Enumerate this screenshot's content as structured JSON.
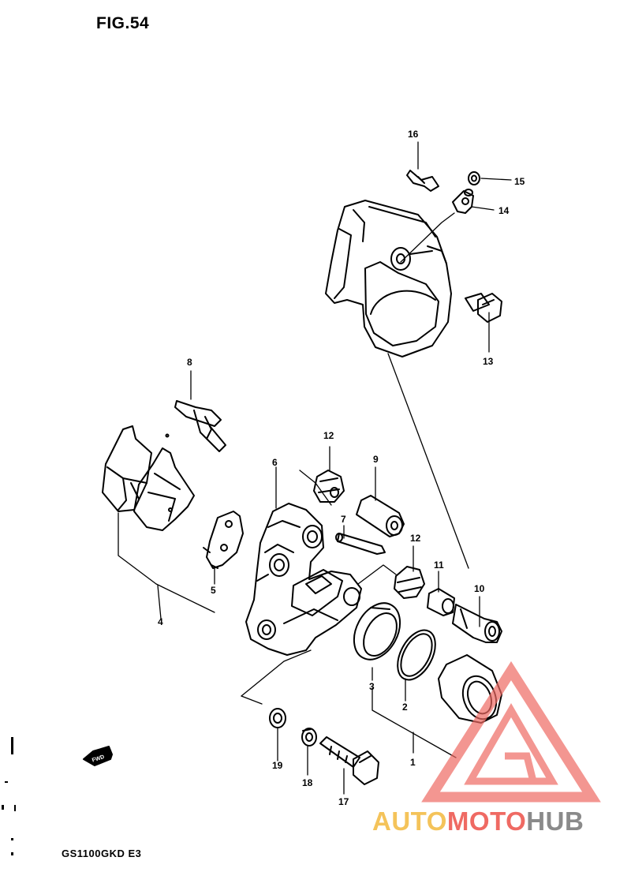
{
  "figure_title": "FIG.54",
  "model_code": "GS1100GKD E3",
  "watermark": {
    "part_a": "AUTO",
    "part_b": "MOTO",
    "part_c": "HUB",
    "color_a": "#f4c35a",
    "color_b": "#ef6a63",
    "color_c": "#8a8a8a"
  },
  "fwd_label": "FWD",
  "callouts": {
    "c1": "1",
    "c2": "2",
    "c3": "3",
    "c4": "4",
    "c5": "5",
    "c6": "6",
    "c7": "7",
    "c8": "8",
    "c9": "9",
    "c10": "10",
    "c11": "11",
    "c12a": "12",
    "c12b": "12",
    "c13": "13",
    "c14": "14",
    "c15": "15",
    "c16": "16",
    "c17": "17",
    "c18": "18",
    "c19": "19"
  }
}
